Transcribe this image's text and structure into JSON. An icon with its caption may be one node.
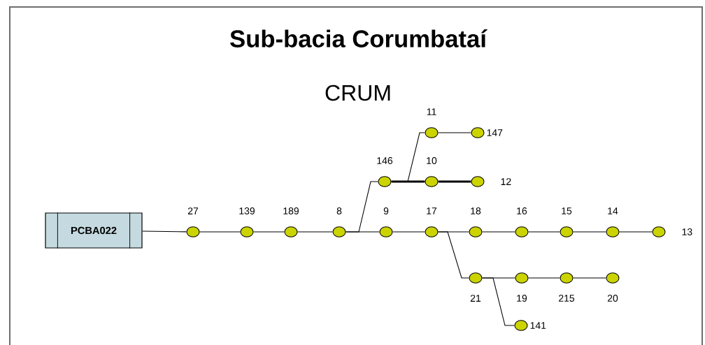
{
  "diagram": {
    "title": "Sub-bacia Corumbataí",
    "nodes": [
      {
        "text": [
          "11"
        ]
      },
      {
        "text": [
          "147"
        ]
      },
      {
        "text": [
          "146"
        ]
      },
      {
        "text": [
          "10"
        ]
      },
      {
        "text": [
          "12"
        ]
      },
      {
        "text": [
          "PCBA022"
        ]
      },
      {
        "text": [
          "27"
        ]
      },
      {
        "text": [
          "139"
        ]
      },
      {
        "text": [
          "189"
        ]
      },
      {
        "text": [
          "8"
        ]
      },
      {
        "text": [
          "9"
        ]
      },
      {
        "text": [
          "17"
        ]
      },
      {
        "text": [
          "18"
        ]
      },
      {
        "text": [
          "16"
        ]
      },
      {
        "text": [
          "15"
        ]
      },
      {
        "text": [
          "14"
        ]
      },
      {
        "text": [
          "13"
        ]
      },
      {
        "text": [
          "21"
        ]
      },
      {
        "text": [
          "19"
        ]
      },
      {
        "text": [
          "215"
        ]
      },
      {
        "text": [
          "20"
        ]
      },
      {
        "text": [
          "141"
        ]
      }
    ],
    "edges": [
      {
        "from": 5,
        "to": 6,
        "arrow": "none"
      },
      {
        "from": 6,
        "to": 7,
        "arrow": "none"
      },
      {
        "from": 7,
        "to": 8,
        "arrow": "none"
      },
      {
        "from": 8,
        "to": 9,
        "arrow": "none"
      },
      {
        "from": 9,
        "to": 10,
        "arrow": "none"
      },
      {
        "from": 10,
        "to": 11,
        "arrow": "none"
      },
      {
        "from": 11,
        "to": 12,
        "arrow": "none"
      },
      {
        "from": 12,
        "to": 13,
        "arrow": "none"
      },
      {
        "from": 13,
        "to": 14,
        "arrow": "none"
      },
      {
        "from": 14,
        "to": 15,
        "arrow": "none"
      },
      {
        "from": 15,
        "to": 16,
        "arrow": "none"
      },
      {
        "from": 9,
        "to": 2,
        "arrow": "none"
      },
      {
        "from": 2,
        "to": 3,
        "arrow": "none",
        "style": "thick"
      },
      {
        "from": 3,
        "to": 4,
        "arrow": "none",
        "style": "thick"
      },
      {
        "from": 2,
        "to": 0,
        "arrow": "none"
      },
      {
        "from": 0,
        "to": 1,
        "arrow": "none"
      },
      {
        "from": 11,
        "to": 17,
        "arrow": "none"
      },
      {
        "from": 17,
        "to": 18,
        "arrow": "none"
      },
      {
        "from": 18,
        "to": 19,
        "arrow": "none"
      },
      {
        "from": 19,
        "to": 20,
        "arrow": "none"
      },
      {
        "from": 17,
        "to": 21,
        "arrow": "none"
      }
    ],
    "labels": [
      "CRUM"
    ]
  }
}
